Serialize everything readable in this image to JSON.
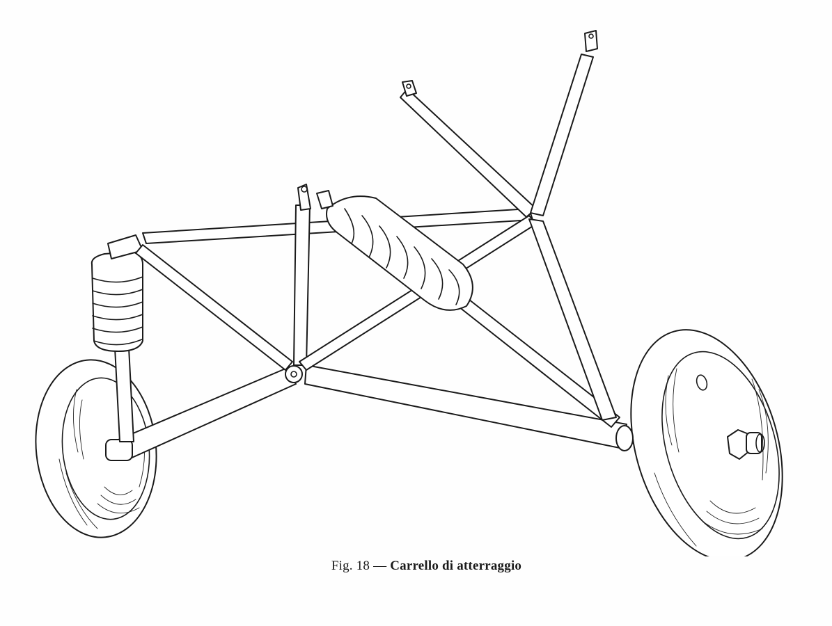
{
  "caption": {
    "figure_number": "Fig. 18",
    "separator": "—",
    "title": "Carrello di atterraggio"
  },
  "illustration": {
    "icon": "landing-gear-drawing"
  }
}
